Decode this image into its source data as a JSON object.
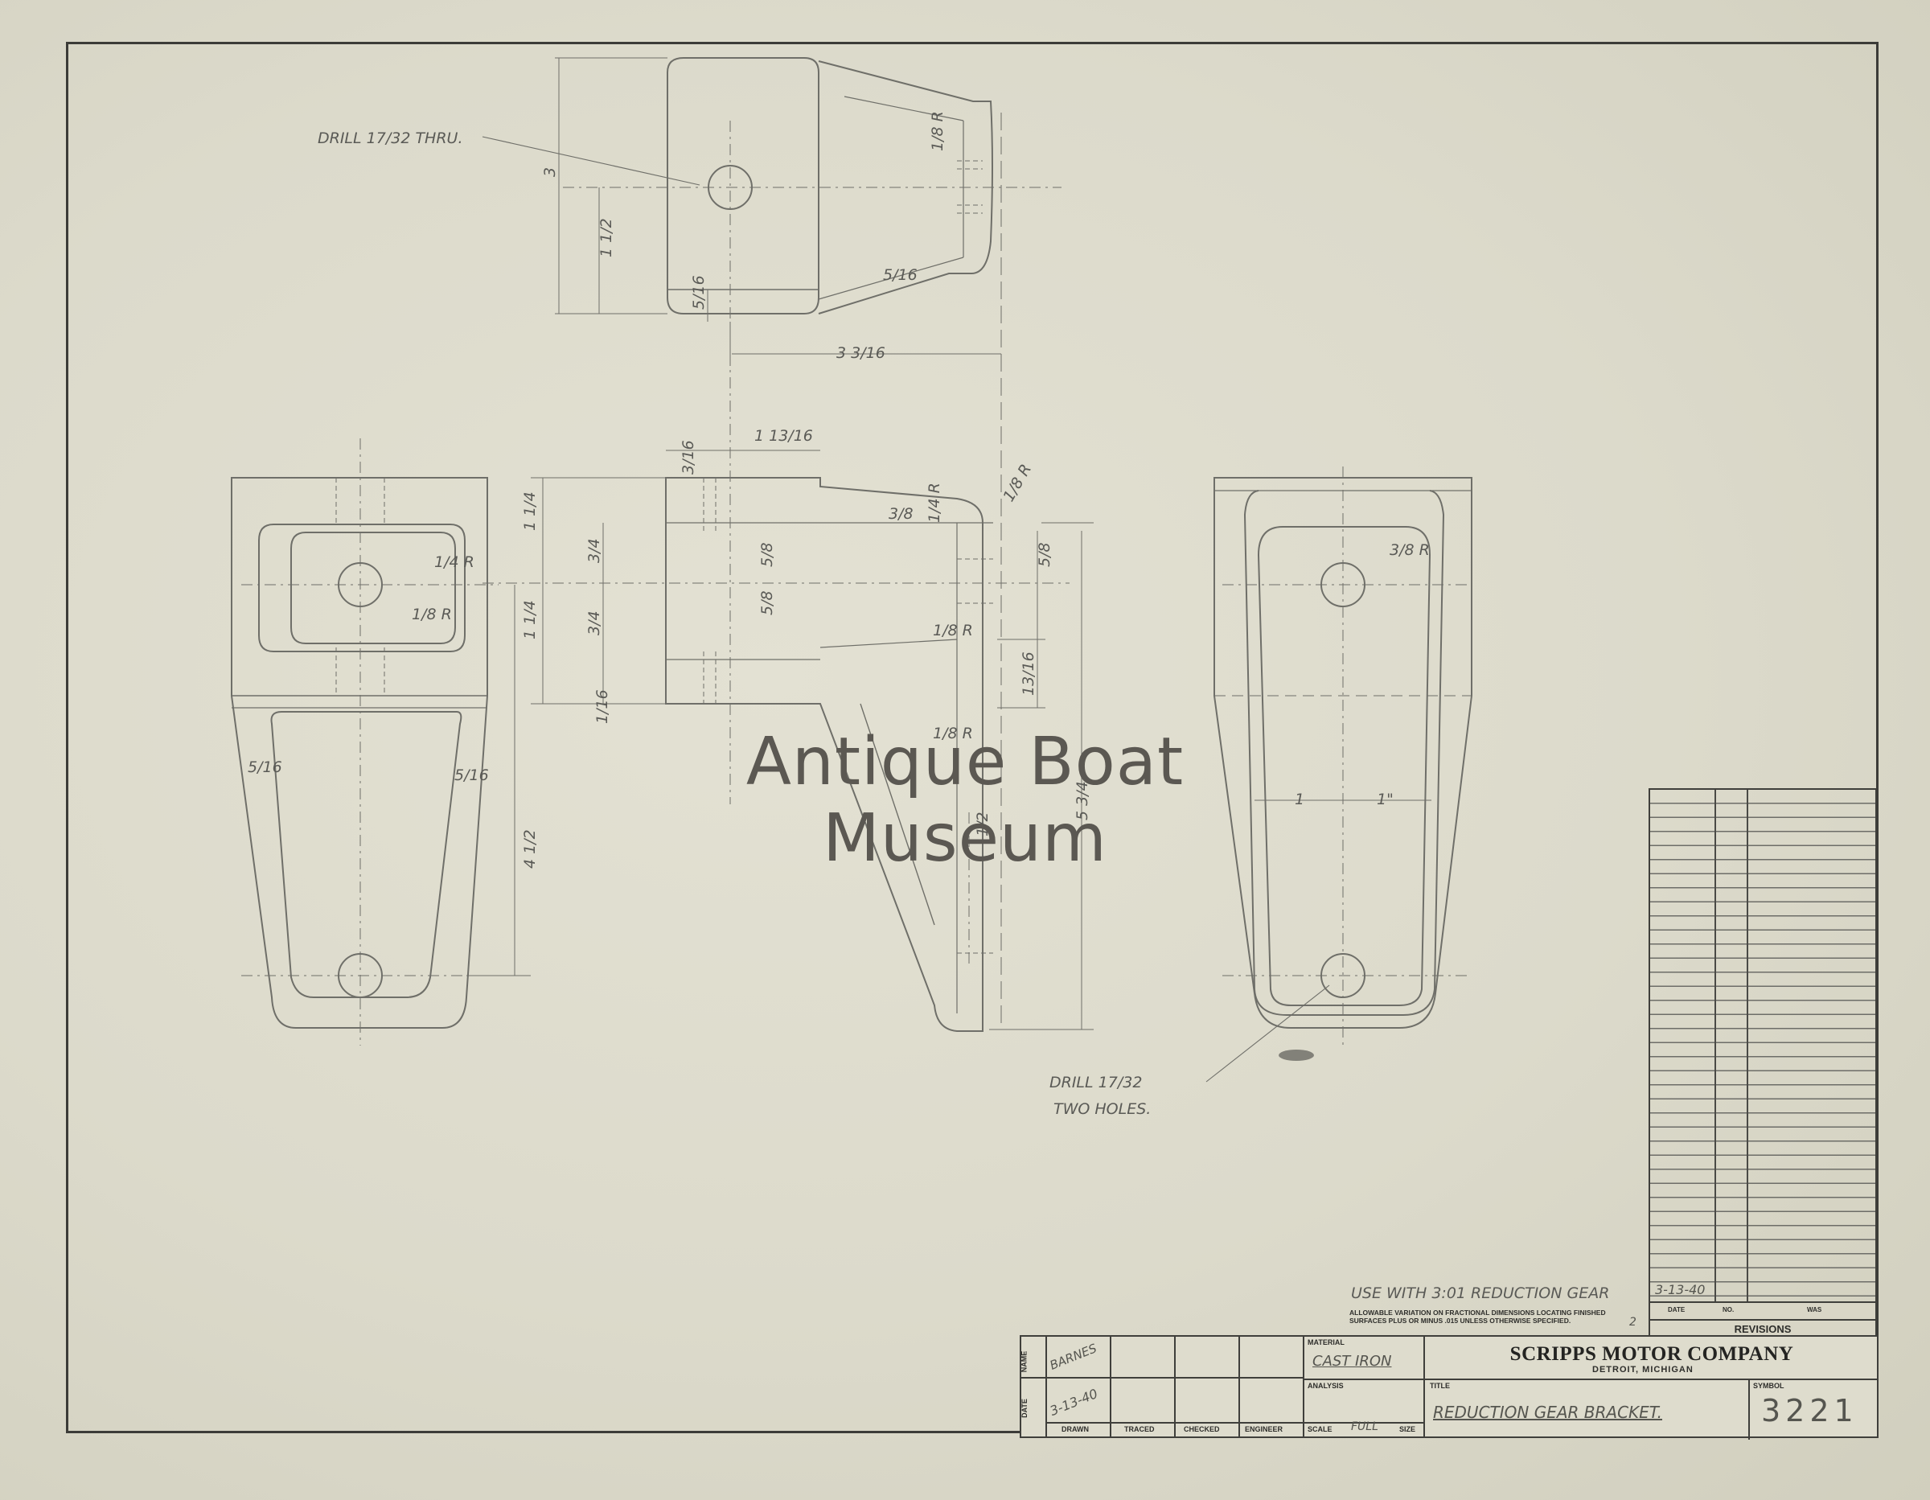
{
  "watermark": "Antique Boat Museum",
  "annotations": {
    "drill_top": "DRILL 17/32 THRU.",
    "drill_bottom_line1": "DRILL 17/32",
    "drill_bottom_line2": "TWO HOLES.",
    "use_with": "USE WITH 3:01 REDUCTION GEAR"
  },
  "dimensions": {
    "top_height": "3",
    "top_half_height": "1 1/2",
    "top_width": "3 3/16",
    "top_wall": "5/16",
    "top_fillet": "1/8 R",
    "top_wall_side": "5/16",
    "side_top_thk": "1 13/16",
    "side_left_wall": "3/16",
    "side_1_1_4_a": "1 1/4",
    "side_3_4_a": "3/4",
    "side_1_1_4_b": "1 1/4",
    "side_3_4_b": "3/4",
    "side_1_16": "1/16",
    "side_5_8_a": "5/8",
    "side_5_8_b": "5/8",
    "side_3_8": "3/8",
    "side_1_4_r": "1/4 R",
    "side_1_8_r_a": "1/8 R",
    "side_1_8_r_b": "1/8 R",
    "side_1_8_r_c": "1/8 R",
    "side_5_8_right": "5/8",
    "side_13_16": "13/16",
    "side_1_2": "1/2",
    "side_total": "5 3/4",
    "left_4_1_2": "4 1/2",
    "left_5_16_a": "5/16",
    "left_5_16_b": "5/16",
    "left_1_4_r": "1/4 R",
    "left_1_8_r": "1/8 R",
    "right_3_8_r": "3/8 R",
    "right_1": "1",
    "right_1_in": "1\""
  },
  "notes": {
    "tolerance": "ALLOWABLE VARIATION ON FRACTIONAL DIMENSIONS LOCATING FINISHED SURFACES PLUS OR MINUS .015 UNLESS OTHERWISE SPECIFIED.",
    "tolerance_num": "2"
  },
  "revisions": {
    "header": "REVISIONS",
    "col_date": "DATE",
    "col_no": "NO.",
    "col_was": "WAS",
    "entry_date": "3-13-40"
  },
  "title_block": {
    "name_label": "NAME",
    "date_label": "DATE",
    "name_value": "BARNES",
    "date_value": "3-13-40",
    "drawn": "DRAWN",
    "traced": "TRACED",
    "checked": "CHECKED",
    "engineer": "ENGINEER",
    "scale_label": "SCALE",
    "scale_value": "FULL",
    "size_label": "SIZE",
    "material_label": "MATERIAL",
    "material_value": "CAST IRON",
    "analysis_label": "ANALYSIS",
    "company": "SCRIPPS MOTOR COMPANY",
    "company_city": "DETROIT, MICHIGAN",
    "title_label": "TITLE",
    "title_value": "REDUCTION GEAR BRACKET.",
    "symbol_label": "SYMBOL",
    "symbol_value": "3221"
  }
}
